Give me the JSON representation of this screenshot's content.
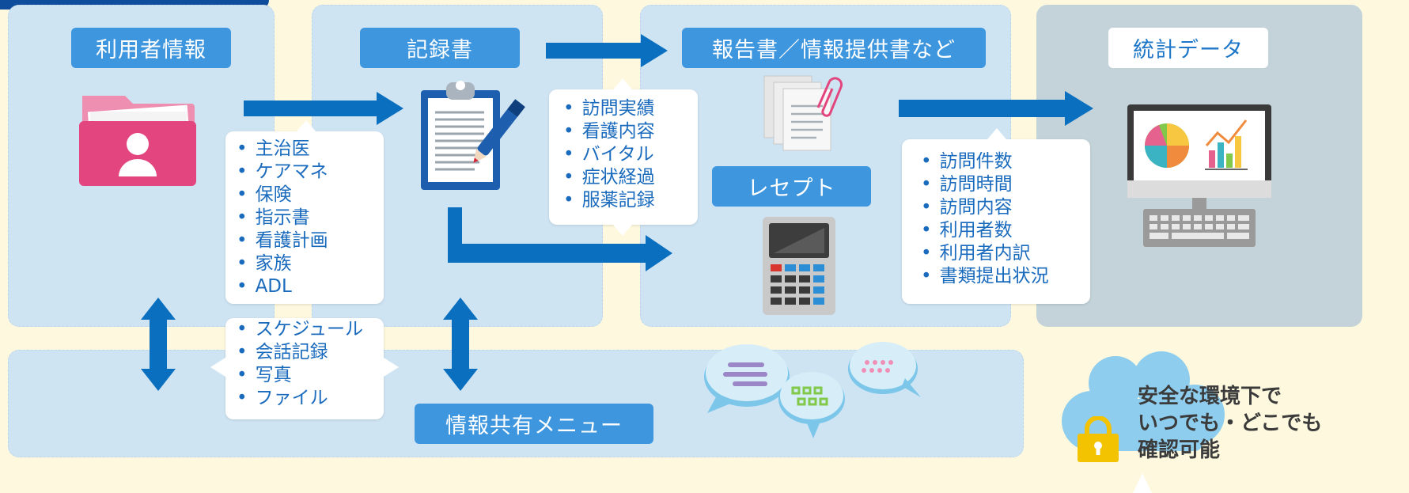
{
  "headers": {
    "user_info": "利用者情報",
    "records": "記録書",
    "reports": "報告書／情報提供書など",
    "stats": "統計データ",
    "receipt": "レセプト",
    "share_menu": "情報共有メニュー"
  },
  "lists": {
    "user_info_items": [
      "主治医",
      "ケアマネ",
      "保険",
      "指示書",
      "看護計画",
      "家族",
      "ADL"
    ],
    "record_items": [
      "訪問実績",
      "看護内容",
      "バイタル",
      "症状経過",
      "服薬記録"
    ],
    "stats_items": [
      "訪問件数",
      "訪問時間",
      "訪問内容",
      "利用者数",
      "利用者内訳",
      "書類提出状況"
    ],
    "share_items": [
      "スケジュール",
      "会話記録",
      "写真",
      "ファイル"
    ]
  },
  "cloud": {
    "line1": "安全な環境下で",
    "line2": "いつでも・どこでも",
    "line3": "確認可能"
  },
  "icons": [
    "folder-user-icon",
    "clipboard-pen-icon",
    "documents-clip-icon",
    "calculator-icon",
    "computer-chart-icon",
    "chat-bubbles-icon",
    "lock-icon",
    "cloud-icon"
  ],
  "colors": {
    "arrow": "#0a6fbf",
    "header": "#3e96de",
    "panel": "#cfe4f3",
    "panel_gray": "#c3d3d9",
    "text": "#1a6bbd",
    "background": "#fdf8de"
  }
}
